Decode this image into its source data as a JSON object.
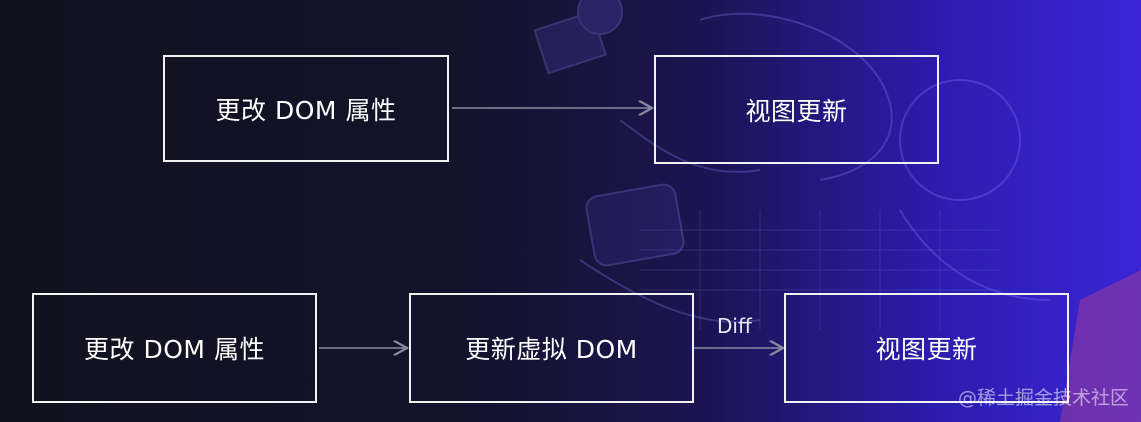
{
  "diagram": {
    "top_row": {
      "source_label": "更改 DOM 属性",
      "target_label": "视图更新"
    },
    "bottom_row": {
      "source_label": "更改 DOM 属性",
      "middle_label": "更新虚拟 DOM",
      "edge_label": "Diff",
      "target_label": "视图更新"
    }
  },
  "watermark": "@稀土掘金技术社区",
  "colors": {
    "box_border": "#f2f2f2",
    "arrow": "#8a8aa0",
    "background_left": "#11121f",
    "background_right": "#3a26d6"
  }
}
